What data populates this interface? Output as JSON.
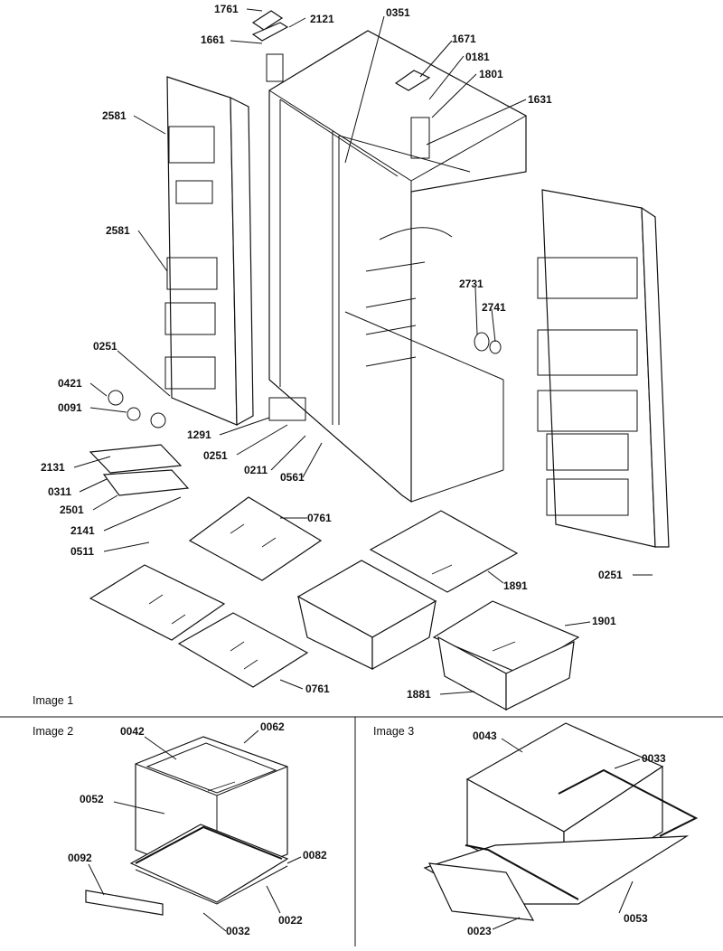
{
  "panels": {
    "image1": "Image 1",
    "image2": "Image 2",
    "image3": "Image 3"
  },
  "parts_image1": [
    "1761",
    "2121",
    "1661",
    "0351",
    "1671",
    "0181",
    "1801",
    "1631",
    "2581",
    "2581",
    "2731",
    "2741",
    "0251",
    "0421",
    "0091",
    "1291",
    "0251",
    "0211",
    "0561",
    "2131",
    "0311",
    "2501",
    "2141",
    "0511",
    "0761",
    "1891",
    "0251",
    "1901",
    "0761",
    "1881"
  ],
  "parts_image2": [
    "0042",
    "0062",
    "0052",
    "0092",
    "0082",
    "0022",
    "0032"
  ],
  "parts_image3": [
    "0043",
    "0033",
    "0053",
    "0023"
  ]
}
